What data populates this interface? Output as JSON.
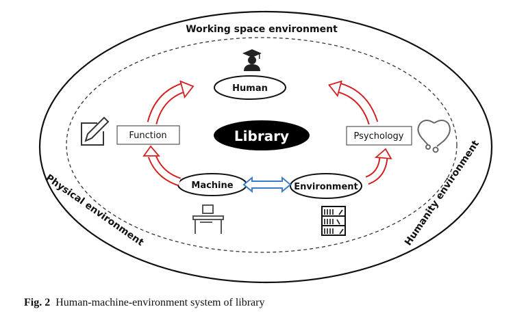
{
  "diagram": {
    "outer_label_top": "Working space environment",
    "outer_label_left": "Physical environment",
    "outer_label_right": "Humanity environment",
    "center": "Library",
    "nodes": {
      "human": "Human",
      "machine": "Machine",
      "environment": "Environment",
      "function": "Function",
      "psychology": "Psychology"
    },
    "icons": [
      "graduate-icon",
      "edit-icon",
      "heart-stethoscope-icon",
      "desk-computer-icon",
      "bookshelf-icon"
    ],
    "colors": {
      "cycle_arrow": "#d42020",
      "link_arrow": "#3a7cc8",
      "center_fill": "#000000"
    }
  },
  "caption": {
    "label": "Fig. 2",
    "text": "Human-machine-environment system of library"
  }
}
